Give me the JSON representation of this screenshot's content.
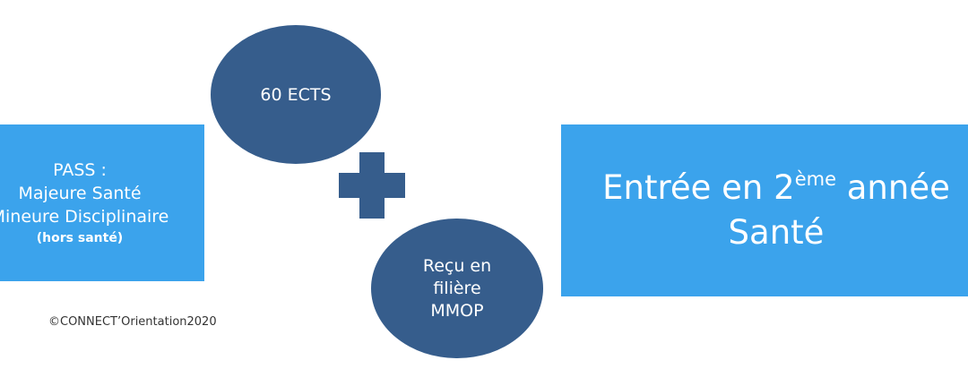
{
  "pass_box": {
    "line1": "PASS :",
    "line2": "Majeure Santé",
    "line3": "Mineure Disciplinaire",
    "line4": "(hors santé)"
  },
  "ects_circle": {
    "label": "60 ECTS"
  },
  "recu_circle": {
    "line1": "Reçu en",
    "line2": "filière",
    "line3": "MMOP"
  },
  "result_box": {
    "part1": "Entrée en 2",
    "sup": "ème",
    "part2": " année",
    "line2": "Santé"
  },
  "copyright": "©CONNECT’Orientation2020",
  "plus_icon": "plus-icon",
  "colors": {
    "box": "#3ba3ec",
    "circle": "#365d8c",
    "plus": "#365d8c"
  }
}
